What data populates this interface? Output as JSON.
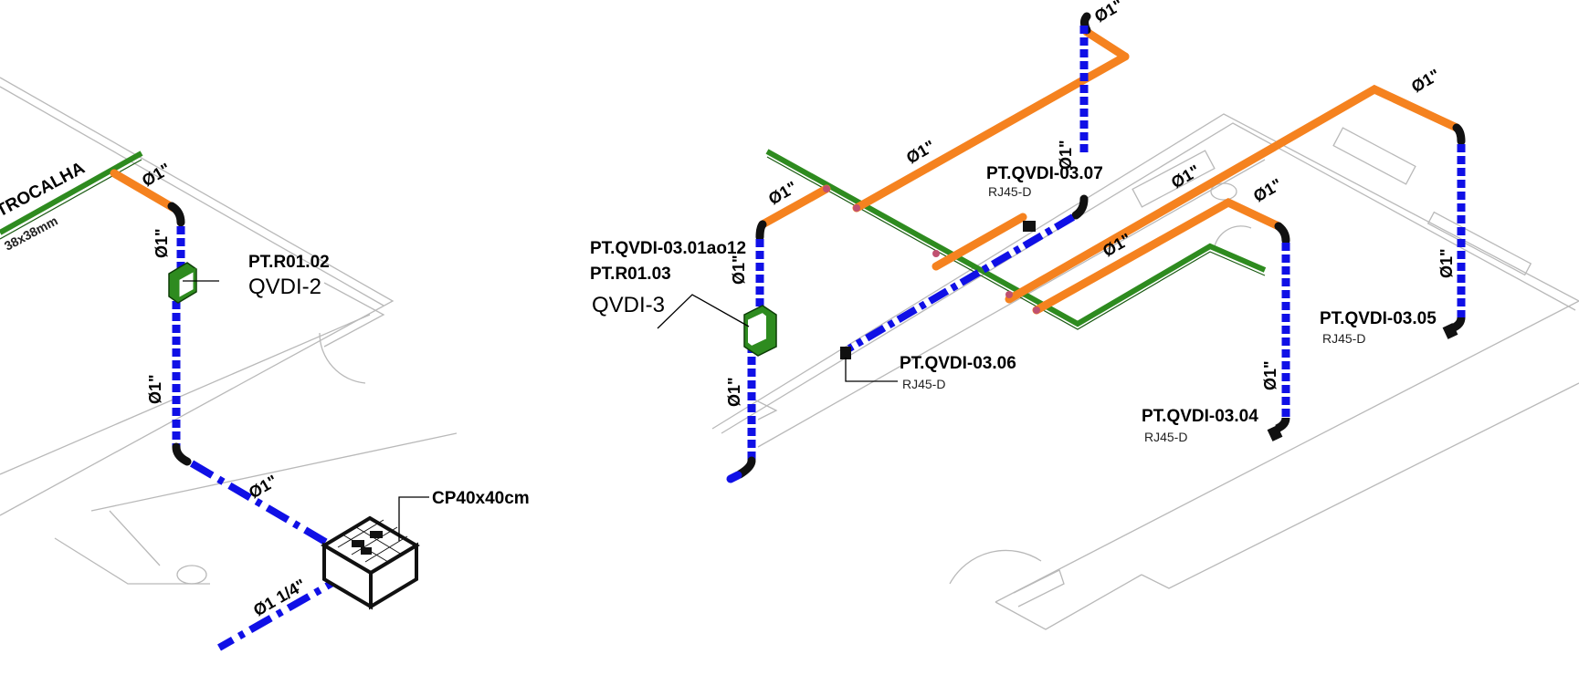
{
  "colors": {
    "conduit_blue": "#1010e6",
    "conduit_orange": "#f5821f",
    "tray_green": "#2e8b1f",
    "bend_black": "#111111",
    "floorplan_gray": "#b9b9b9"
  },
  "labels": {
    "trocalha": "TROCALHA",
    "trocalha_size": "38x38mm",
    "pt_r01_02": "PT.R01.02",
    "qvdi_2": "QVDI-2",
    "cp_box": "CP40x40cm",
    "pt_qvdi_03_01": "PT.QVDI-03.01ao12",
    "pt_r01_03": "PT.R01.03",
    "qvdi_3": "QVDI-3",
    "pt_qvdi_03_07": "PT.QVDI-03.07",
    "rj45_07": "RJ45-D",
    "pt_qvdi_03_06": "PT.QVDI-03.06",
    "rj45_06": "RJ45-D",
    "pt_qvdi_03_05": "PT.QVDI-03.05",
    "rj45_05": "RJ45-D",
    "pt_qvdi_03_04": "PT.QVDI-03.04",
    "rj45_04": "RJ45-D"
  },
  "dimensions": {
    "d1": "Ø1\"",
    "d1_quarter": "Ø1 1/4\""
  }
}
